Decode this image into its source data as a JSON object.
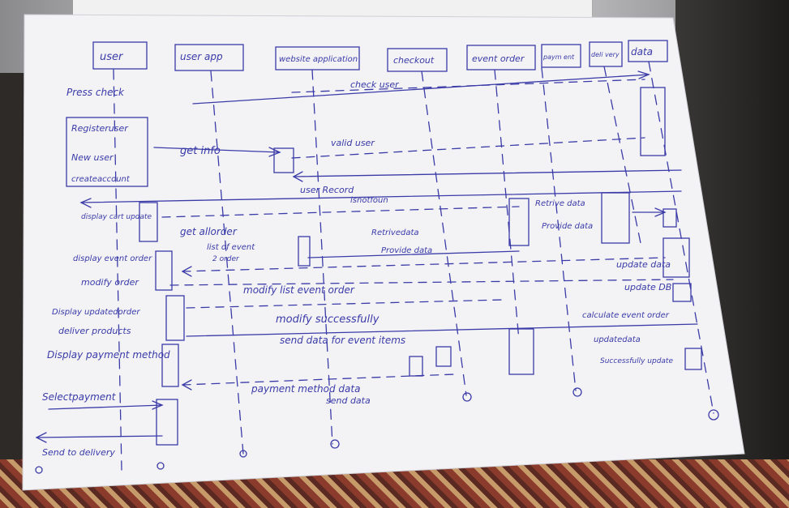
{
  "ink_color": "#3b3ba8",
  "paper_color": "#f3f3f6",
  "participants": [
    {
      "label": "user"
    },
    {
      "label": "user app"
    },
    {
      "label": "website application"
    },
    {
      "label": "checkout"
    },
    {
      "label": "event order"
    },
    {
      "label": "paym ent"
    },
    {
      "label": "deli very"
    },
    {
      "label": "data"
    }
  ],
  "left_labels": [
    {
      "text": "Press check"
    },
    {
      "text": "Registeruser"
    },
    {
      "text": "New user"
    },
    {
      "text": "createaccount"
    },
    {
      "text": "display cart update"
    },
    {
      "text": "display event order"
    },
    {
      "text": "modify order"
    },
    {
      "text": "Display updatedorder"
    },
    {
      "text": "deliver products"
    },
    {
      "text": "Display payment method"
    },
    {
      "text": "Selectpayment"
    },
    {
      "text": "Send to delivery"
    }
  ],
  "messages": [
    {
      "text": "check user"
    },
    {
      "text": "get info"
    },
    {
      "text": "valid user"
    },
    {
      "text": "user Record"
    },
    {
      "text": "isnotfoun"
    },
    {
      "text": "get allorder"
    },
    {
      "text": "list of event"
    },
    {
      "text": "2 order"
    },
    {
      "text": "Retrivedata"
    },
    {
      "text": "Provide data"
    },
    {
      "text": "Retrive data"
    },
    {
      "text": "Provide data"
    },
    {
      "text": "modify list event order"
    },
    {
      "text": "modify successfully"
    },
    {
      "text": "send data for event items"
    },
    {
      "text": "payment method data"
    },
    {
      "text": "send data"
    }
  ],
  "right_labels": [
    {
      "text": "update data"
    },
    {
      "text": "update DB"
    },
    {
      "text": "calculate event order"
    },
    {
      "text": "updatedata"
    },
    {
      "text": "Successfully update"
    }
  ]
}
